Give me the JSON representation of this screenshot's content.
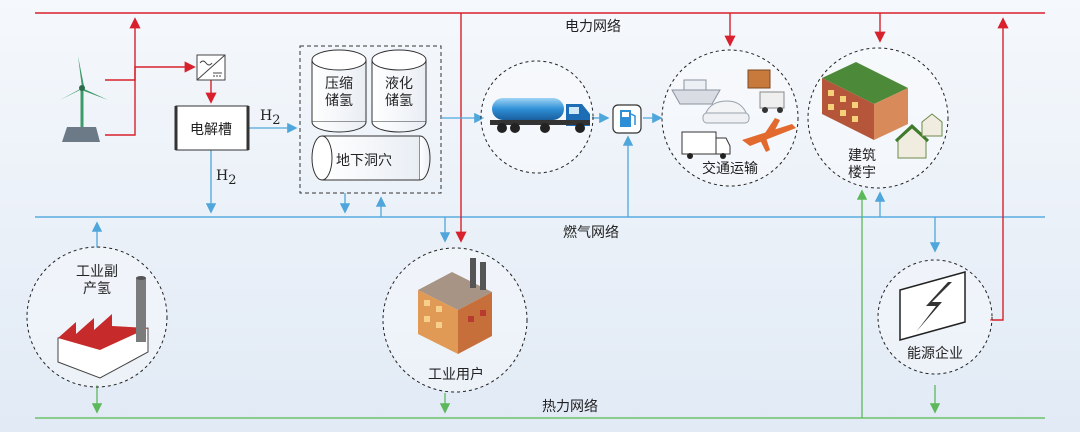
{
  "networks": {
    "power": "电力网络",
    "gas": "燃气网络",
    "heat": "热力网络"
  },
  "labels": {
    "electrolyzer": "电解槽",
    "h2_right": "H",
    "h2_down": "H",
    "h2_sub": "2",
    "compressed_storage_l1": "压缩",
    "compressed_storage_l2": "储氢",
    "liquid_storage_l1": "液化",
    "liquid_storage_l2": "储氢",
    "underground_cavern": "地下洞穴",
    "byproduct_h2_l1": "工业副",
    "byproduct_h2_l2": "产氢",
    "industrial_user": "工业用户",
    "transport": "交通运输",
    "building_l1": "建筑",
    "building_l2": "楼宇",
    "energy_enterprise": "能源企业"
  },
  "colors": {
    "power_line": "#d8212c",
    "gas_line": "#5aaee0",
    "heat_line": "#6cc36a",
    "background_top": "#f4f7fb",
    "background_bottom": "#e3ecf6"
  }
}
